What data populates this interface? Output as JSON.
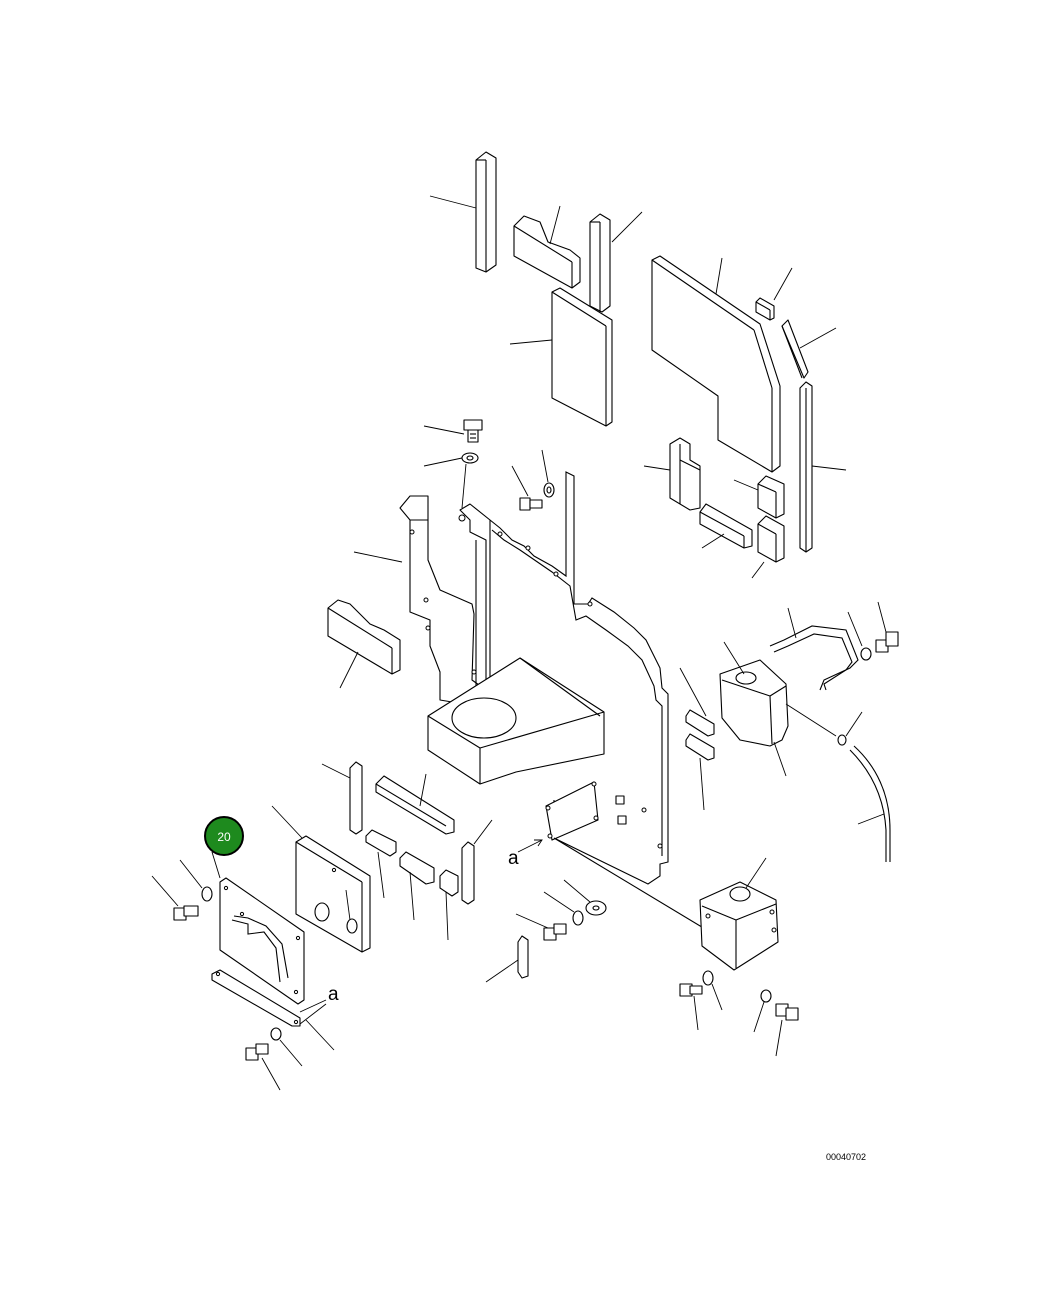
{
  "diagram": {
    "drawing_number": "00040702",
    "view_labels": [
      "a",
      "a"
    ],
    "callouts": [
      {
        "number": "20",
        "color": "#1e8a1e",
        "ring_color": "#000000"
      }
    ]
  }
}
